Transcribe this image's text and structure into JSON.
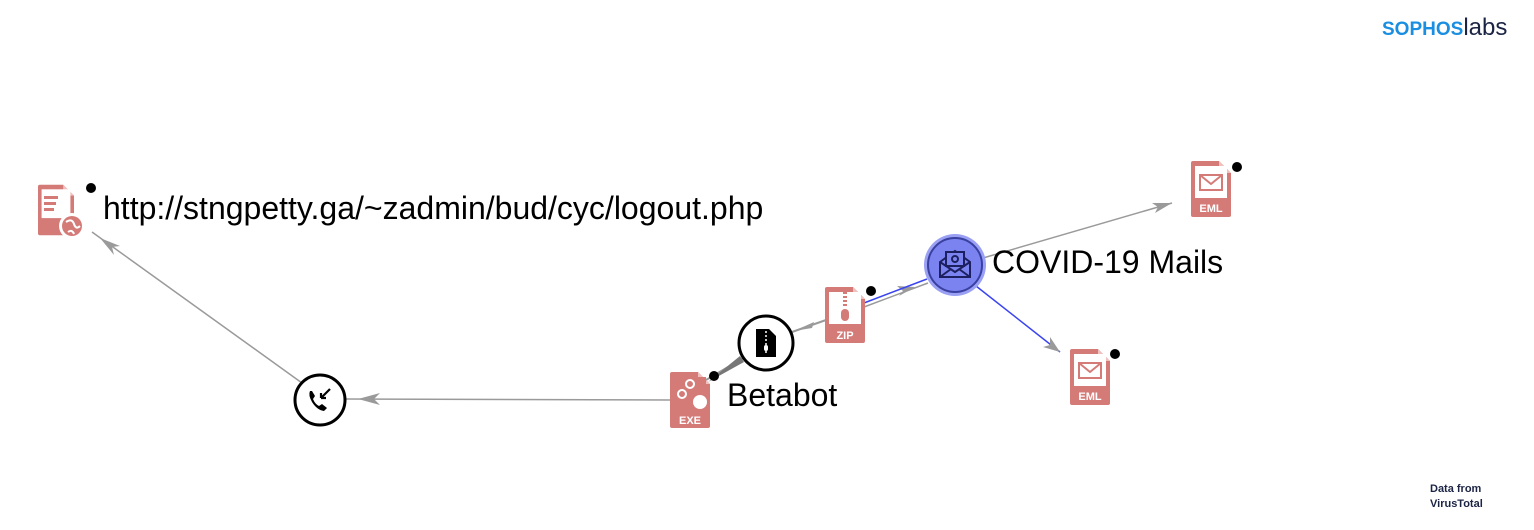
{
  "brand": {
    "part1": "SOPHOS",
    "part2": "labs"
  },
  "credit": {
    "line1": "Data from",
    "line2": "VirusTotal"
  },
  "nodes": {
    "url": {
      "label": "http://stngpetty.ga/~zadmin/bud/cyc/logout.php",
      "icon": "web-document-icon"
    },
    "phone": {
      "icon": "phone-callback-icon"
    },
    "exe": {
      "label": "Betabot",
      "badge": "EXE",
      "icon": "exe-file-icon"
    },
    "archive": {
      "icon": "archive-file-icon"
    },
    "zip": {
      "badge": "ZIP",
      "icon": "zip-file-icon"
    },
    "mails": {
      "label": "COVID-19 Mails",
      "icon": "email-icon"
    },
    "eml1": {
      "badge": "EML",
      "icon": "eml-file-icon"
    },
    "eml2": {
      "badge": "EML",
      "icon": "eml-file-icon"
    }
  },
  "colors": {
    "file": "#d47b78",
    "highlight": "#7b83f0",
    "edge": "#9a9a9a",
    "blue_edge": "#3a44f0"
  }
}
